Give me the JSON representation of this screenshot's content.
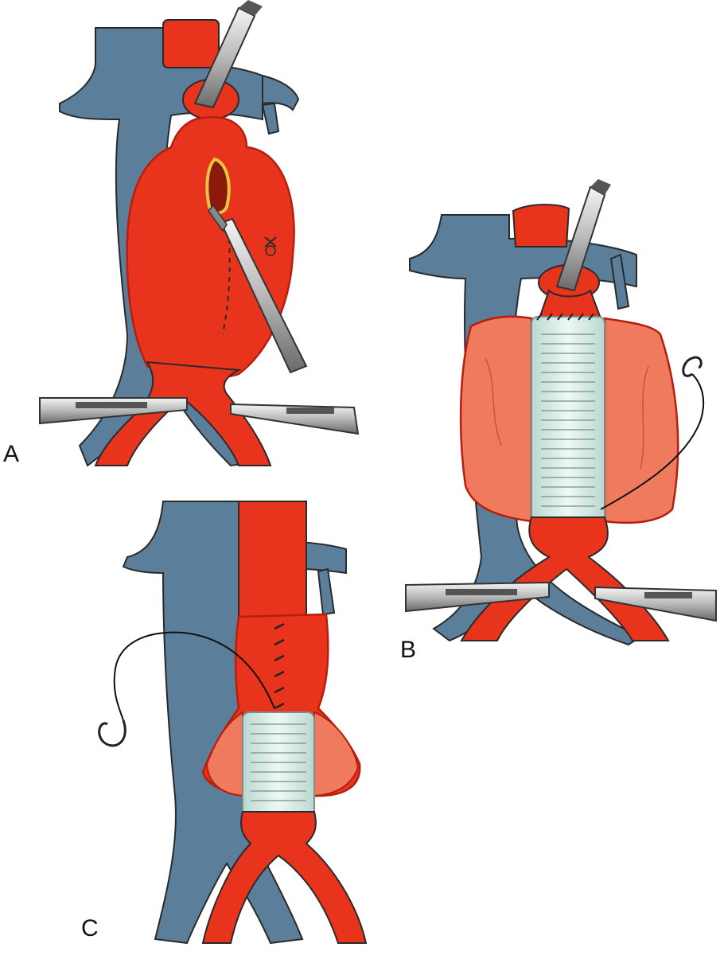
{
  "figure": {
    "panels": [
      {
        "id": "A",
        "label": "A"
      },
      {
        "id": "B",
        "label": "B"
      },
      {
        "id": "C",
        "label": "C"
      }
    ]
  },
  "colors": {
    "vein": "#5b7f9a",
    "vein_dark": "#3f6078",
    "artery": "#e8341c",
    "artery_dark": "#b61e0d",
    "sac": "#f07a5e",
    "graft": "#d6ece6",
    "graft_line": "#7a8f8a",
    "clamp": "#c9c9c9",
    "outline": "#2a2a2a"
  }
}
